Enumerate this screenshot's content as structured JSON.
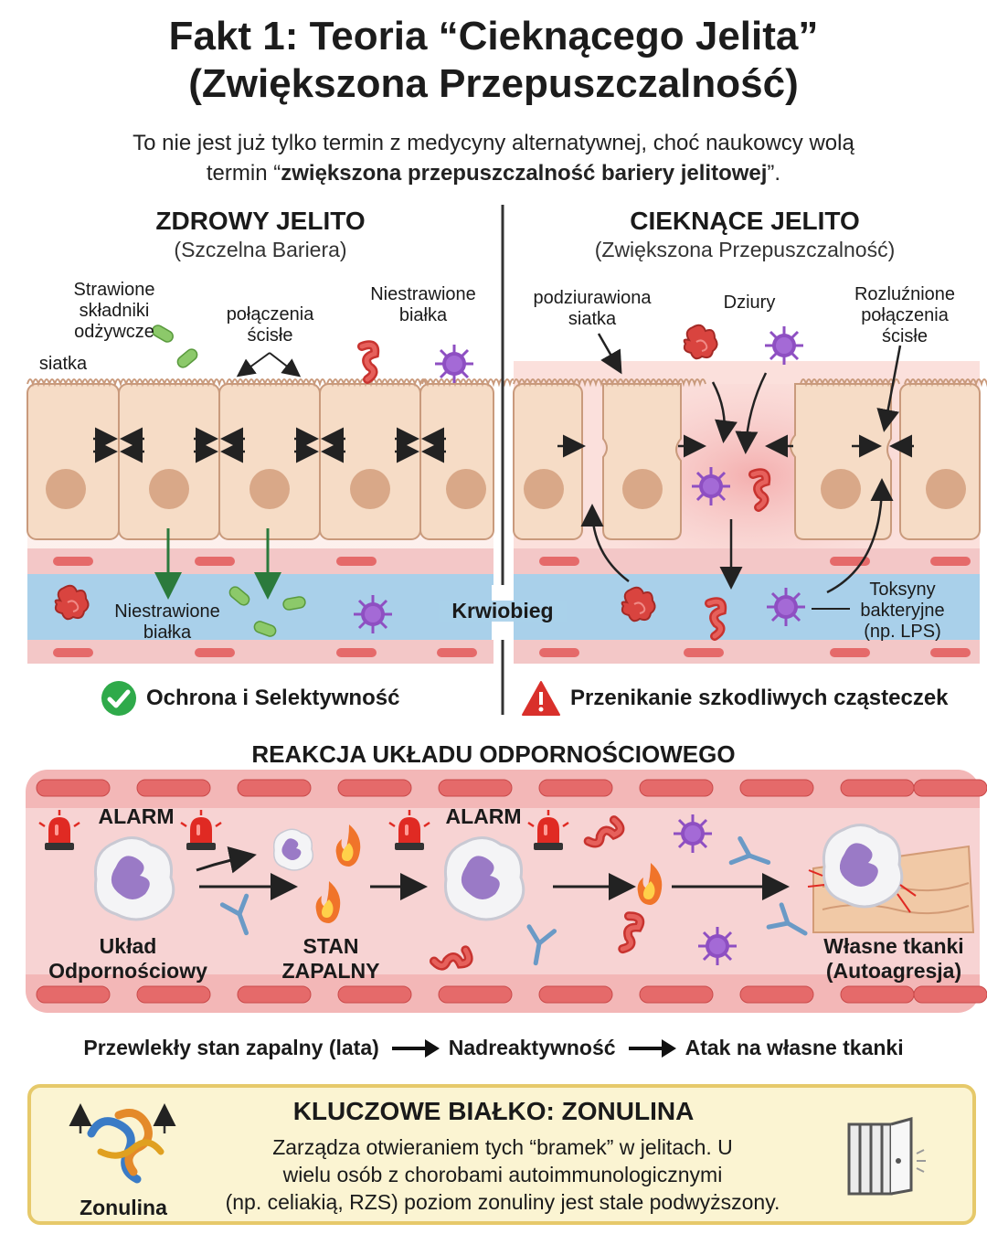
{
  "title": {
    "line1": "Fakt 1: Teoria “Cieknącego Jelita”",
    "line2": "(Zwiększona Przepuszczalność)"
  },
  "subtitle": {
    "line1": "To nie jest już tylko termin z medycyny alternatywnej, choć naukowcy wolą",
    "line2_pre": "termin “",
    "line2_bold": "zwiększona przepuszczalność bariery jelitowej",
    "line2_post": "”."
  },
  "healthy": {
    "heading": "ZDROWY JELITO",
    "subheading": "(Szczelna Bariera)",
    "label_nutrients": [
      "Strawione",
      "składniki",
      "odżywcze"
    ],
    "label_junctions": [
      "połączenia",
      "ścisłe"
    ],
    "label_proteins": [
      "Niestrawione",
      "białka"
    ],
    "label_mesh": "siatka",
    "label_blood_proteins": [
      "Niestrawione",
      "białka"
    ],
    "status": "Ochrona i Selektywność"
  },
  "blood_label": "Krwiobieg",
  "leaky": {
    "heading": "CIEKNĄCE JELITO",
    "subheading": "(Zwiększona Przepuszczalność)",
    "label_mesh": [
      "podziurawiona",
      "siatka"
    ],
    "label_holes": "Dziury",
    "label_loose": [
      "Rozluźnione",
      "połączenia",
      "ścisłe"
    ],
    "label_toxins": [
      "Toksyny",
      "bakteryjne",
      "(np. LPS)"
    ],
    "status": "Przenikanie szkodliwych cząsteczek"
  },
  "immune": {
    "title": "REAKCJA UKŁADU ODPORNOŚCIOWEGO",
    "alarm1": "ALARM",
    "alarm2": "ALARM",
    "system_label": [
      "Układ",
      "Odpornościowy"
    ],
    "inflammation_label": [
      "STAN",
      "ZAPALNY"
    ],
    "tissue_label": [
      "Własne tkanki",
      "(Autoagresja)"
    ]
  },
  "flow": {
    "step1": "Przewlekły stan zapalny (lata)",
    "step2": "Nadreaktywność",
    "step3": "Atak na własne tkanki"
  },
  "zonulin": {
    "title": "KLUCZOWE BIAŁKO: ZONULINA",
    "text": [
      "Zarządza otwieraniem tych “bramek” w jelitach. U",
      "wielu osób z chorobami autoimmunologicznymi",
      "(np. celiakią, RZS) poziom zonuliny jest stale podwyższony."
    ],
    "icon_label": "Zonulina"
  },
  "colors": {
    "cell_fill": "#f6dcc6",
    "cell_stroke": "#c99a7c",
    "nucleus": "#d9a888",
    "blood": "#a9d0ea",
    "vessel": "#f3c7c7",
    "rbc": "#e56a6a",
    "lumen_pink": "#f7d3d3",
    "bacteria": "#8e4fc2",
    "protein": "#d9443f",
    "nutrient": "#8cc96a",
    "check_green": "#2faa4a",
    "warn_red": "#d9302b",
    "zonulin_box": "#fbf4d2"
  }
}
